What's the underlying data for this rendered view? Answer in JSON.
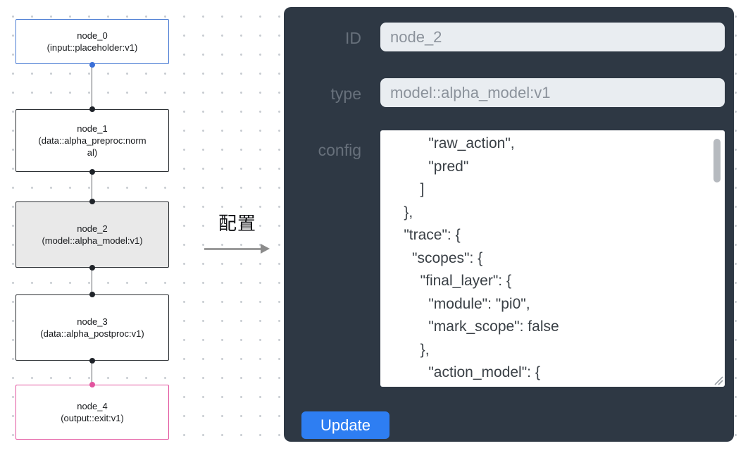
{
  "colors": {
    "input_node_border": "#4a7cd3",
    "default_node_border": "#2b2f33",
    "output_node_border": "#e2539e",
    "selected_node_bg": "#e9e9e9",
    "default_port": "#1f2329",
    "input_port": "#3a6fd8",
    "output_port": "#e2539e",
    "panel_bg": "#2e3844",
    "field_bg": "#e9edf1",
    "update_button_bg": "#2e7ef2"
  },
  "flowchart": {
    "nodes": [
      {
        "label": "node_0",
        "sublabel": "(input::placeholder:v1)"
      },
      {
        "label": "node_1",
        "sublabel": "(data::alpha_preproc:normal)"
      },
      {
        "label": "node_2",
        "sublabel": "(model::alpha_model:v1)"
      },
      {
        "label": "node_3",
        "sublabel": "(data::alpha_postproc:v1)"
      },
      {
        "label": "node_4",
        "sublabel": "(output::exit:v1)"
      }
    ]
  },
  "transition": {
    "label": "配置"
  },
  "panel": {
    "id_label": "ID",
    "id_value": "node_2",
    "type_label": "type",
    "type_value": "model::alpha_model:v1",
    "config_label": "config",
    "config_text": "          \"raw_action\",\n          \"pred\"\n        ]\n    },\n    \"trace\": {\n      \"scopes\": {\n        \"final_layer\": {\n          \"module\": \"pi0\",\n          \"mark_scope\": false\n        },\n          \"action_model\": {",
    "update_label": "Update"
  }
}
